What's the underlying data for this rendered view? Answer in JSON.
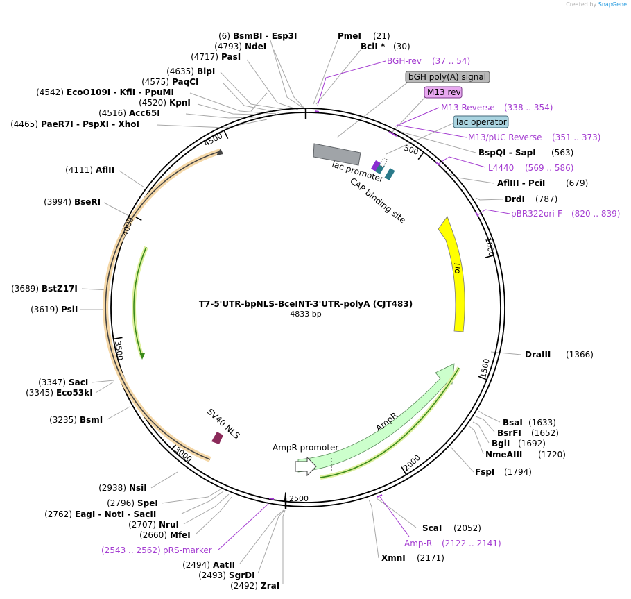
{
  "credit": {
    "prefix": "Created by",
    "brand": "SnapGene"
  },
  "plasmid": {
    "name": "T7-5'UTR-bpNLS-BceINT-3'UTR-polyA (CJT483)",
    "size_label": "4833 bp",
    "length": 4833
  },
  "ticks": [
    "500",
    "1000",
    "1500",
    "2000",
    "2500",
    "3000",
    "3500",
    "4000",
    "4500"
  ],
  "colors": {
    "ori": "#ffff00",
    "ampr": "#ccffcc",
    "green_arrow": "#55bb22",
    "orange_arrow": "#f0b860",
    "primer": "#a43dd1",
    "lac_promoter": "#a0a4a8",
    "lac_operator": "#aad4e0",
    "cap": "#2a7a8a",
    "nls": "#8b2a5a",
    "m13": "#e8a8f0"
  },
  "sites": [
    {
      "name": "BsmBI  -  Esp3I",
      "pos": "(6)"
    },
    {
      "name": "NdeI",
      "pos": "(4793)"
    },
    {
      "name": "PasI",
      "pos": "(4717)"
    },
    {
      "name": "BlpI",
      "pos": "(4635)"
    },
    {
      "name": "PaqCI",
      "pos": "(4575)"
    },
    {
      "name": "EcoO109I  -  KflI  -  PpuMI",
      "pos": "(4542)"
    },
    {
      "name": "KpnI",
      "pos": "(4520)"
    },
    {
      "name": "Acc65I",
      "pos": "(4516)"
    },
    {
      "name": "PaeR7I  -  PspXI  -  XhoI",
      "pos": "(4465)"
    },
    {
      "name": "AflII",
      "pos": "(4111)"
    },
    {
      "name": "BseRI",
      "pos": "(3994)"
    },
    {
      "name": "BstZ17I",
      "pos": "(3689)"
    },
    {
      "name": "PsiI",
      "pos": "(3619)"
    },
    {
      "name": "SacI",
      "pos": "(3347)"
    },
    {
      "name": "Eco53kI",
      "pos": "(3345)"
    },
    {
      "name": "BsmI",
      "pos": "(3235)"
    },
    {
      "name": "NsiI",
      "pos": "(2938)"
    },
    {
      "name": "SpeI",
      "pos": "(2796)"
    },
    {
      "name": "EagI  -  NotI  -  SacII",
      "pos": "(2762)"
    },
    {
      "name": "NruI",
      "pos": "(2707)"
    },
    {
      "name": "MfeI",
      "pos": "(2660)"
    },
    {
      "name": "AatII",
      "pos": "(2494)"
    },
    {
      "name": "SgrDI",
      "pos": "(2493)"
    },
    {
      "name": "ZraI",
      "pos": "(2492)"
    },
    {
      "name": "PmeI",
      "pos": "(21)"
    },
    {
      "name": "BclI *",
      "pos": "(30)"
    },
    {
      "name": "BspQI  -  SapI",
      "pos": "(563)"
    },
    {
      "name": "AflIII  -  PciI",
      "pos": "(679)"
    },
    {
      "name": "DrdI",
      "pos": "(787)"
    },
    {
      "name": "DraIII",
      "pos": "(1366)"
    },
    {
      "name": "BsaI",
      "pos": "(1633)"
    },
    {
      "name": "BsrFI",
      "pos": "(1652)"
    },
    {
      "name": "BglI",
      "pos": "(1692)"
    },
    {
      "name": "NmeAIII",
      "pos": "(1720)"
    },
    {
      "name": "FspI",
      "pos": "(1794)"
    },
    {
      "name": "ScaI",
      "pos": "(2052)"
    },
    {
      "name": "XmnI",
      "pos": "(2171)"
    }
  ],
  "primers": [
    {
      "name": "BGH-rev",
      "range": "(37 .. 54)"
    },
    {
      "name": "M13 Reverse",
      "range": "(338 .. 354)"
    },
    {
      "name": "M13/pUC Reverse",
      "range": "(351 .. 373)"
    },
    {
      "name": "L4440",
      "range": "(569 .. 586)"
    },
    {
      "name": "pBR322ori-F",
      "range": "(820 .. 839)"
    },
    {
      "name": "Amp-R",
      "range": "(2122 .. 2141)"
    },
    {
      "name": "pRS-marker",
      "range": "(2543 .. 2562)"
    }
  ],
  "boxed_features": [
    "bGH poly(A) signal",
    "M13 rev",
    "lac operator"
  ],
  "features": [
    "ori",
    "AmpR",
    "AmpR promoter",
    "SV40 NLS",
    "lac promoter",
    "CAP binding site"
  ]
}
